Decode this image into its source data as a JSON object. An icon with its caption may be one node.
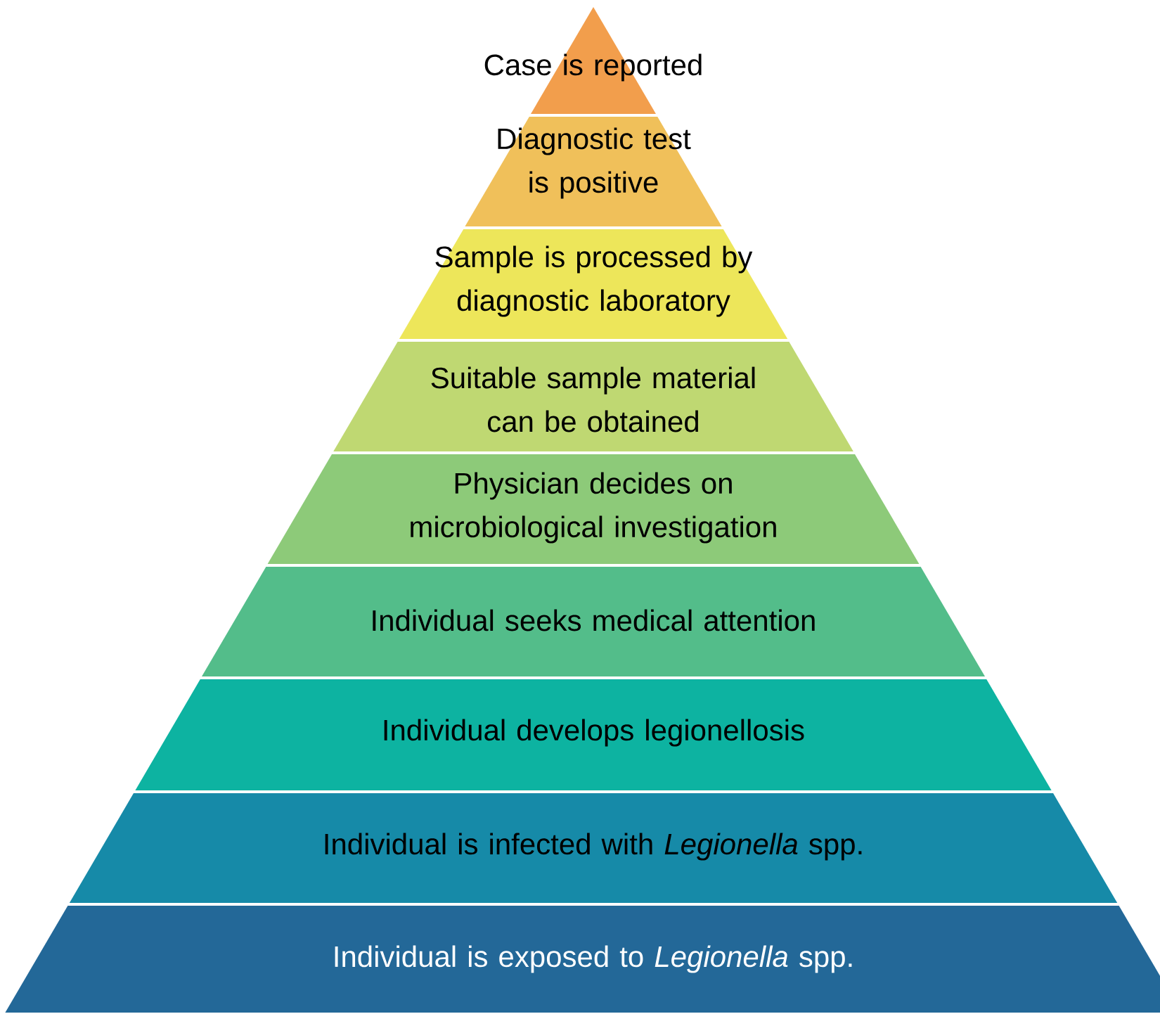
{
  "diagram": {
    "nodes": [
      {
        "text": [
          "Case is reported"
        ]
      },
      {
        "text": [
          "Diagnostic test is positive"
        ]
      },
      {
        "text": [
          "Sample is processed by diagnostic laboratory"
        ]
      },
      {
        "text": [
          "Suitable sample material can be obtained"
        ]
      },
      {
        "text": [
          "Physician decides on microbiological investigation"
        ]
      },
      {
        "text": [
          "Individual seeks medical attention"
        ]
      },
      {
        "text": [
          "Individual develops legionellosis"
        ]
      },
      {
        "text": [
          "Individual is infected with *Legionella* spp."
        ]
      },
      {
        "text": [
          "Individual is exposed to *Legionella* spp."
        ]
      }
    ]
  }
}
